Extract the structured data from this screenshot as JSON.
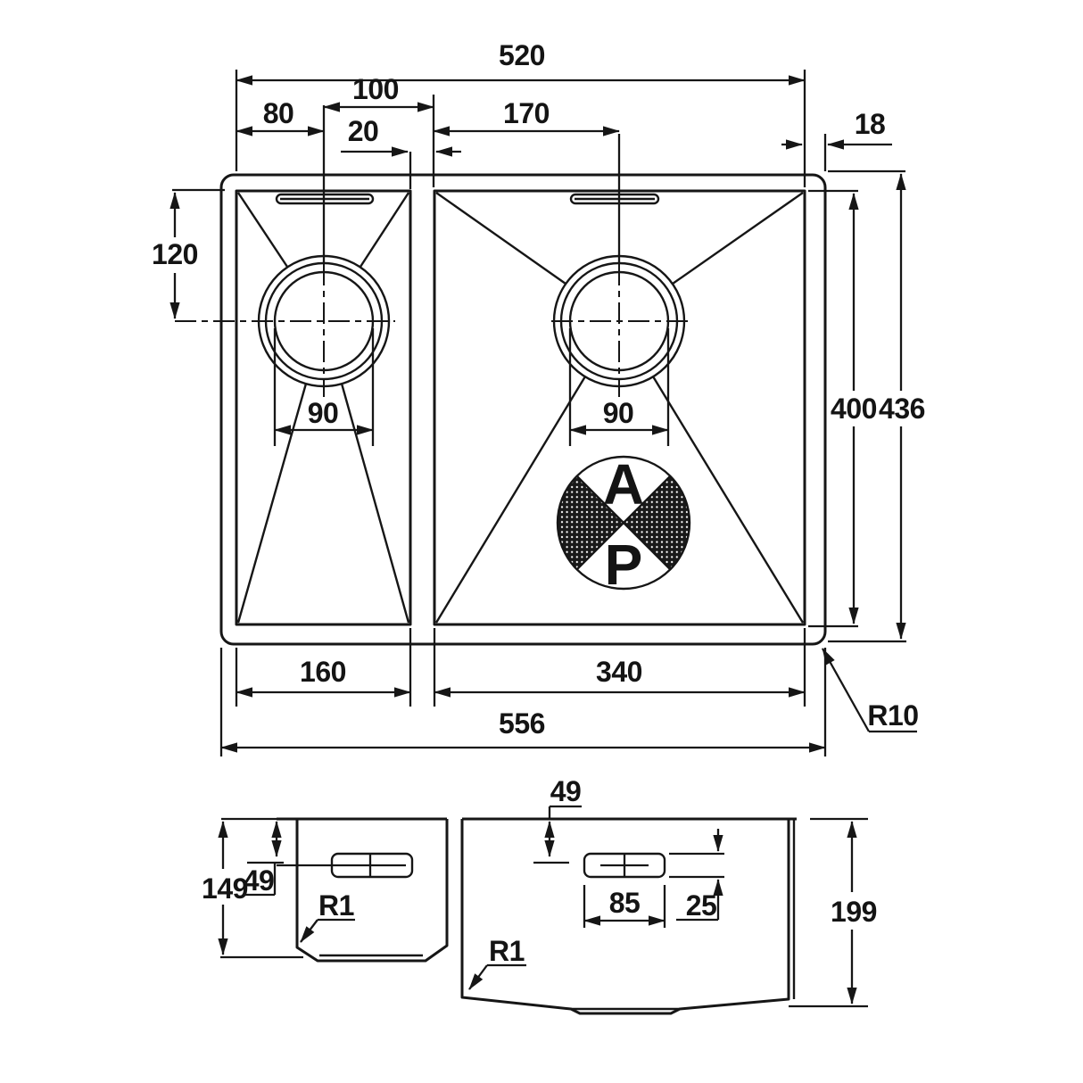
{
  "drawing": {
    "kind": "sink-technical-drawing",
    "colors": {
      "line": "#161616",
      "background": "#ffffff",
      "logo_fill": "#141414"
    }
  },
  "logo": {
    "letter_top": "A",
    "letter_bottom": "P"
  },
  "plan_view": {
    "dim_overall_span": "520",
    "dim_tap_hole_offset": "100",
    "dim_left_edge_to_drain": "80",
    "dim_divider_width": "20",
    "dim_bowl_edge_to_drain": "170",
    "dim_right_rim": "18",
    "dim_top_to_drain_centre": "120",
    "dim_left_waste": "90",
    "dim_right_waste": "90",
    "dim_bowl_depth": "400",
    "dim_overall_depth": "436",
    "dim_left_bowl_width": "160",
    "dim_right_bowl_width": "340",
    "dim_overall_width": "556",
    "dim_corner_radius": "R10"
  },
  "side_view": {
    "dim_left_bowl_depth": "149",
    "dim_left_overflow_offset": "49",
    "dim_right_overflow_offset": "49",
    "dim_overflow_width": "85",
    "dim_overflow_height": "25",
    "dim_left_bottom_radius": "R1",
    "dim_right_bottom_radius": "R1",
    "dim_right_bowl_depth": "199"
  }
}
